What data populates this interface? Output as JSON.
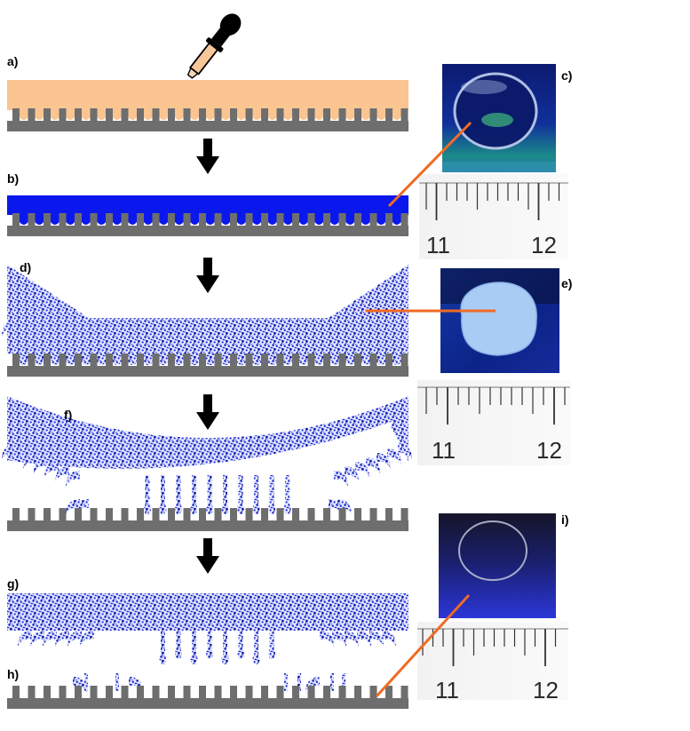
{
  "panel_labels": {
    "a": "a)",
    "b": "b)",
    "c": "c)",
    "d": "d)",
    "e": "e)",
    "f": "f)",
    "g": "g)",
    "h": "h)",
    "i": "i)"
  },
  "ruler_numbers": {
    "c": [
      "11",
      "12"
    ],
    "e": [
      "11",
      "12"
    ],
    "i": [
      "11",
      "12"
    ]
  },
  "colors": {
    "substrate": "#6e6e6e",
    "liquid_precursor": "#fbc592",
    "cured_film": "#0a18ee",
    "porous_film": "#1a25c8",
    "connector_line": "#f06a24",
    "arrow": "#000000"
  },
  "icons": {
    "dropper": "dropper-icon",
    "arrow": "down-arrow-icon"
  }
}
